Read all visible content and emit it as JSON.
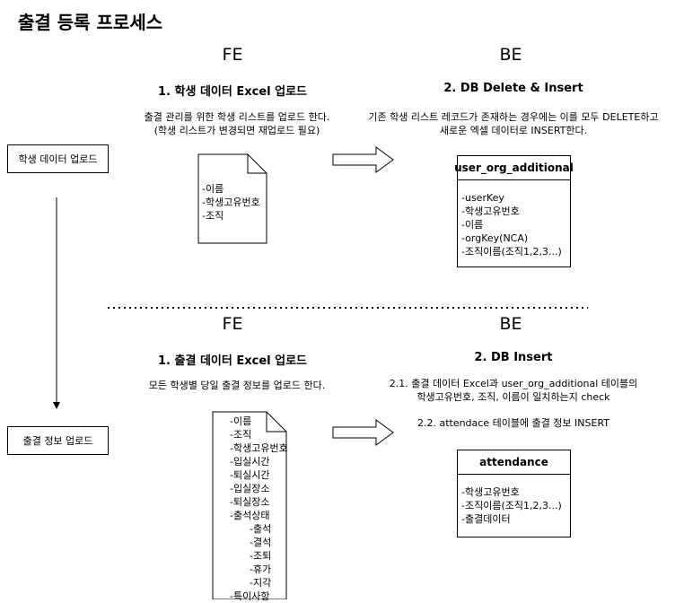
{
  "title": "출결 등록 프로세스",
  "columns": {
    "fe": "FE",
    "be": "BE"
  },
  "section1": {
    "fe_title": "1. 학생 데이터 Excel 업로드",
    "fe_desc": [
      "출결 관리를 위한 학생 리스트를 업로드 한다.",
      "(학생 리스트가 변경되면 재업로드 필요)"
    ],
    "be_title": "2. DB Delete & Insert",
    "be_desc": [
      "기존 학생 리스트 레코드가 존재하는 경우에는 이를 모두 DELETE하고",
      "새로운 엑셀 데이터로 INSERT한다."
    ],
    "side_label": "학생 데이터 업로드",
    "doc_lines": [
      "-이름",
      "-학생고유번호",
      "-조직"
    ],
    "table": {
      "name": "user_org_additional",
      "fields": [
        "-userKey",
        "-학생고유번호",
        "-이름",
        "-orgKey(NCA)",
        "-조직이름(조직1,2,3...)"
      ]
    }
  },
  "section2": {
    "fe_title": "1. 출결 데이터 Excel 업로드",
    "fe_desc": [
      "모든 학생별 당일 출결 정보를 업로드 한다."
    ],
    "be_title": "2. DB Insert",
    "be_desc1": [
      "2.1. 출결 데이터 Excel과 user_org_additional 테이블의",
      "학생고유번호, 조직, 이름이 일치하는지 check"
    ],
    "be_desc2": "2.2. attendace 테이블에 출결 정보 INSERT",
    "side_label": "출결 정보 업로드",
    "doc_lines": [
      "-이름",
      "-조직",
      "-학생고유번호",
      "-입실시간",
      "-퇴실시간",
      "-입실장소",
      "-퇴실장소",
      "-출석상태",
      "-출석",
      "-결석",
      "-조퇴",
      "-휴가",
      "-지각",
      "-특이사항"
    ],
    "table": {
      "name": "attendance",
      "fields": [
        "-학생고유번호",
        "-조직이름(조직1,2,3...)",
        "-출결데이터"
      ]
    }
  }
}
